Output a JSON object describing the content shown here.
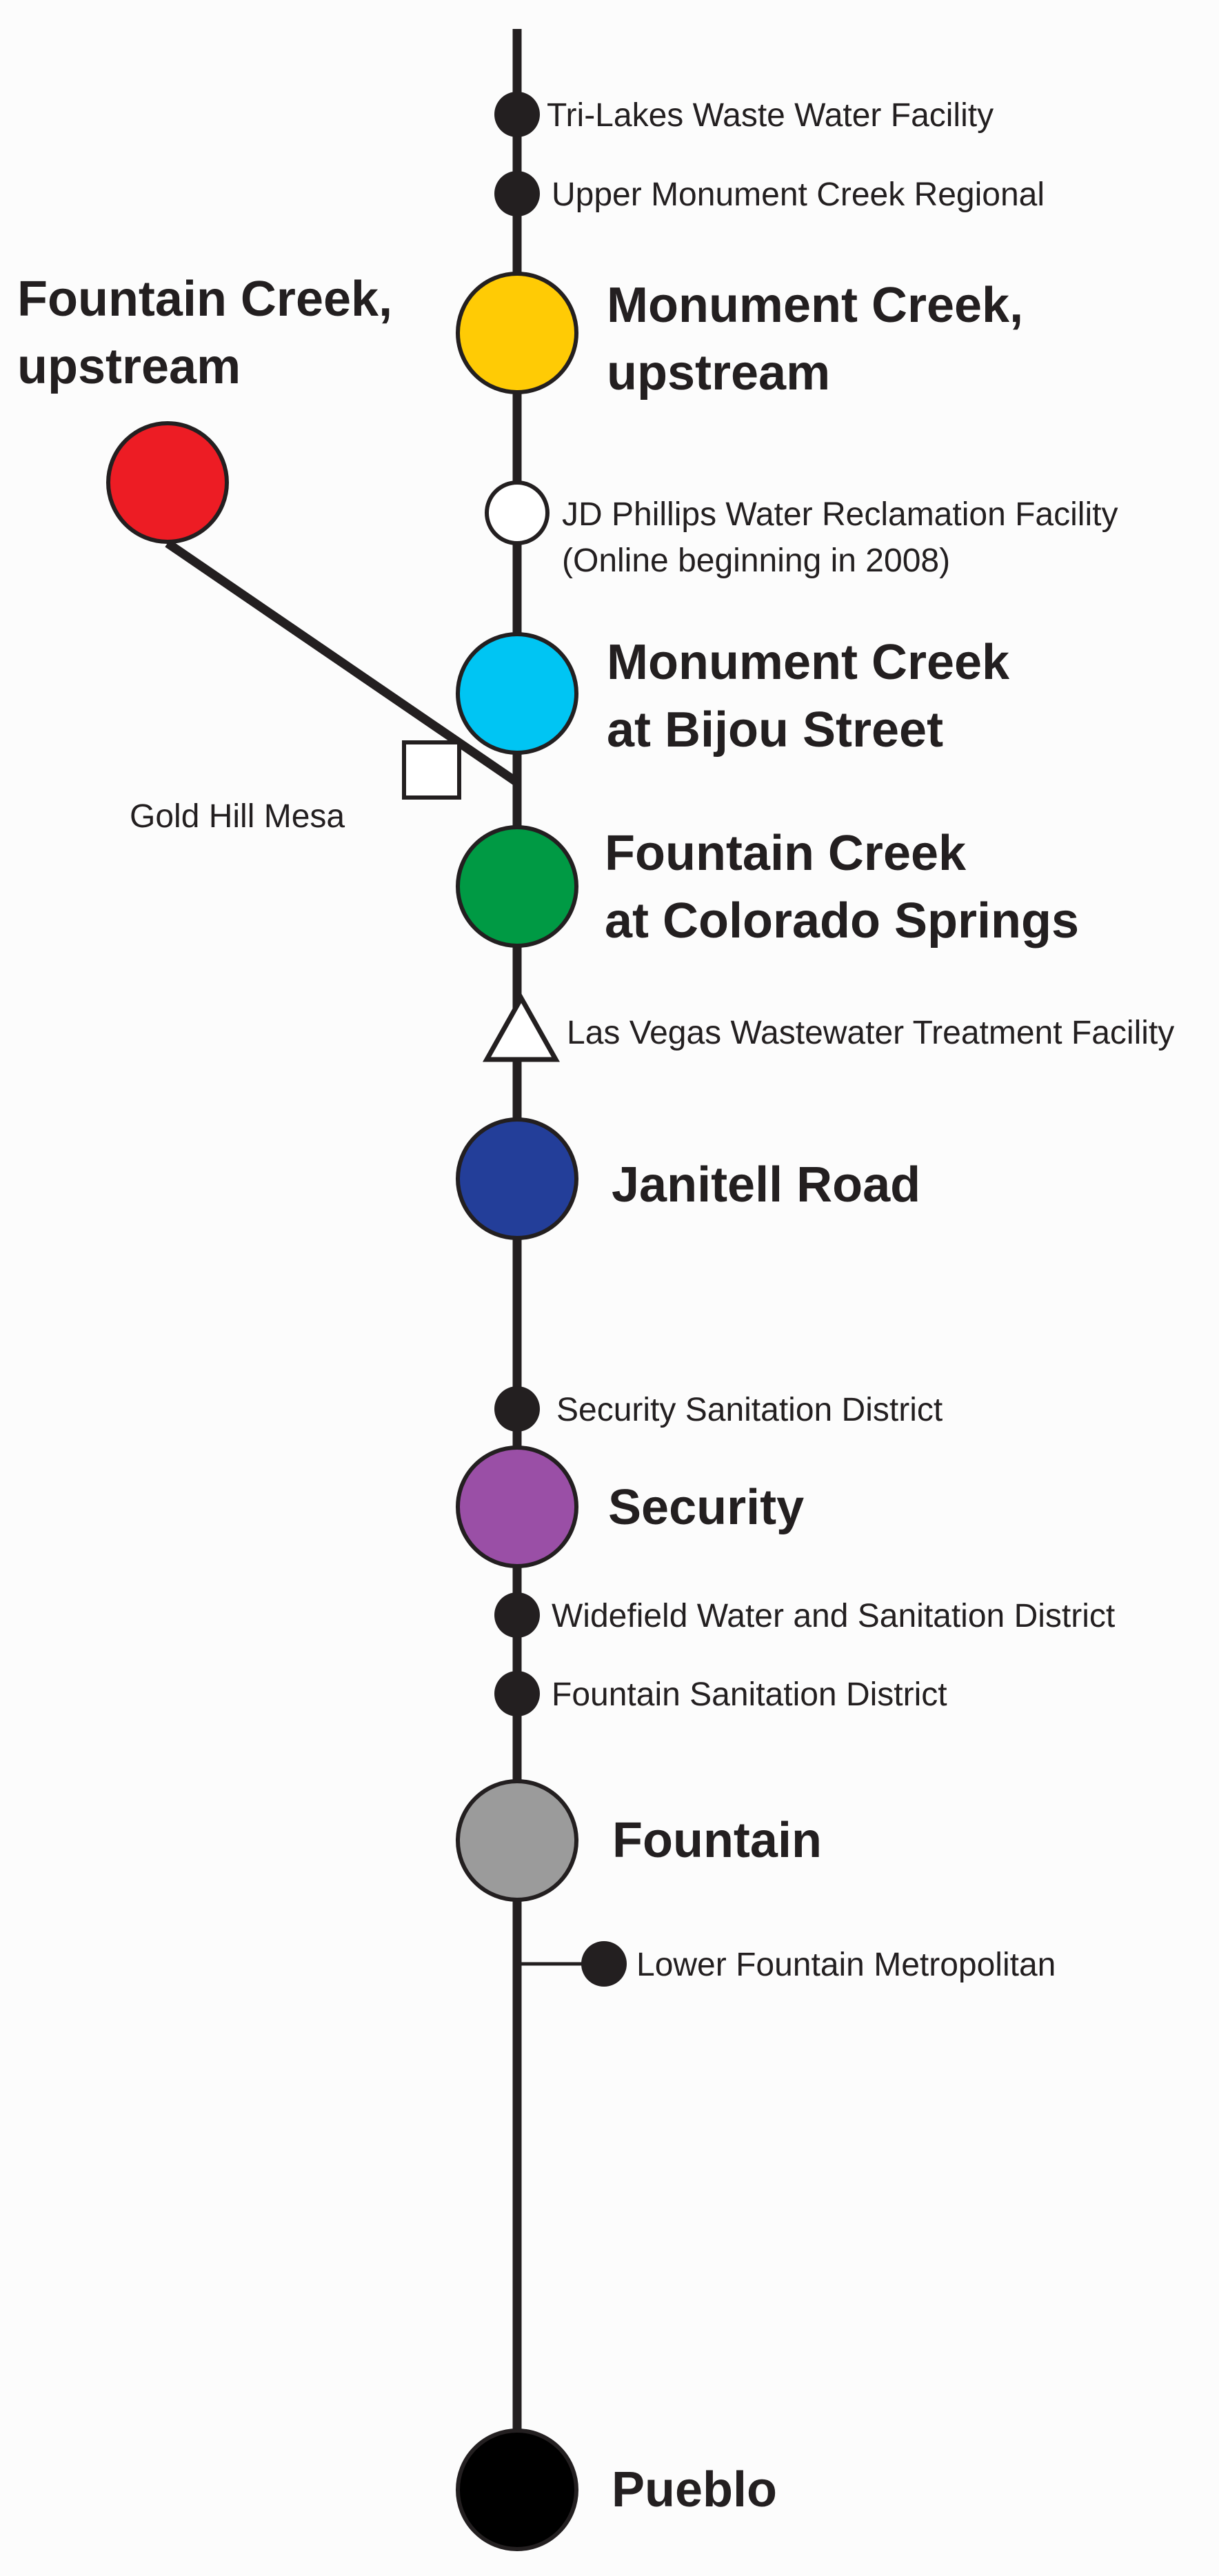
{
  "colors": {
    "line": "#231f20",
    "background": "#fcfcfc",
    "small_node": "#231f20",
    "open_node": "#ffffff"
  },
  "major_sites": [
    {
      "id": "monument-creek-upstream",
      "lines": [
        "Monument Creek,",
        "upstream"
      ],
      "color": "#ffcb05"
    },
    {
      "id": "fountain-creek-upstream",
      "lines": [
        "Fountain Creek,",
        "upstream"
      ],
      "color": "#ed1c24"
    },
    {
      "id": "monument-creek-bijou",
      "lines": [
        "Monument Creek",
        "at Bijou Street"
      ],
      "color": "#00c5f3"
    },
    {
      "id": "fountain-creek-colorado-springs",
      "lines": [
        "Fountain Creek",
        "at Colorado Springs"
      ],
      "color": "#009a44"
    },
    {
      "id": "janitell-road",
      "lines": [
        "Janitell Road"
      ],
      "color": "#233e99"
    },
    {
      "id": "security",
      "lines": [
        "Security"
      ],
      "color": "#9a4fa6"
    },
    {
      "id": "fountain",
      "lines": [
        "Fountain"
      ],
      "color": "#9b9b9b"
    },
    {
      "id": "pueblo",
      "lines": [
        "Pueblo"
      ],
      "color": "#000000"
    }
  ],
  "facilities": [
    {
      "id": "tri-lakes",
      "lines": [
        "Tri-Lakes Waste Water Facility"
      ],
      "symbol": "filled-dot-icon"
    },
    {
      "id": "upper-monument",
      "lines": [
        "Upper Monument Creek Regional"
      ],
      "symbol": "filled-dot-icon"
    },
    {
      "id": "jd-phillips",
      "lines": [
        "JD Phillips Water Reclamation Facility",
        "(Online beginning in 2008)"
      ],
      "symbol": "open-circle-icon"
    },
    {
      "id": "gold-hill-mesa",
      "lines": [
        "Gold Hill Mesa"
      ],
      "symbol": "open-square-icon"
    },
    {
      "id": "las-vegas",
      "lines": [
        "Las Vegas Wastewater Treatment Facility"
      ],
      "symbol": "open-triangle-icon"
    },
    {
      "id": "security-sanitation",
      "lines": [
        "Security Sanitation District"
      ],
      "symbol": "filled-dot-icon"
    },
    {
      "id": "widefield",
      "lines": [
        "Widefield Water and Sanitation District"
      ],
      "symbol": "filled-dot-icon"
    },
    {
      "id": "fountain-sanitation",
      "lines": [
        "Fountain Sanitation District"
      ],
      "symbol": "filled-dot-icon"
    },
    {
      "id": "lower-fountain",
      "lines": [
        "Lower Fountain Metropolitan"
      ],
      "symbol": "filled-dot-icon"
    }
  ]
}
